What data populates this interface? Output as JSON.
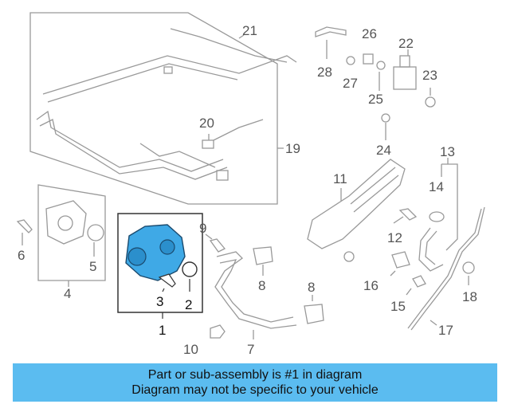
{
  "diagram": {
    "callouts": [
      "1",
      "2",
      "3",
      "4",
      "5",
      "6",
      "7",
      "8",
      "8",
      "9",
      "10",
      "11",
      "12",
      "13",
      "14",
      "15",
      "16",
      "17",
      "18",
      "19",
      "20",
      "21",
      "22",
      "23",
      "24",
      "25",
      "26",
      "27",
      "28"
    ]
  },
  "banner": {
    "line1": "Part or sub-assembly is #1 in diagram",
    "line2": "Diagram may not be specific to your vehicle"
  },
  "colors": {
    "banner_bg": "#5bbcf0",
    "highlight_part": "#3fa9e6",
    "linework": "#888888"
  }
}
